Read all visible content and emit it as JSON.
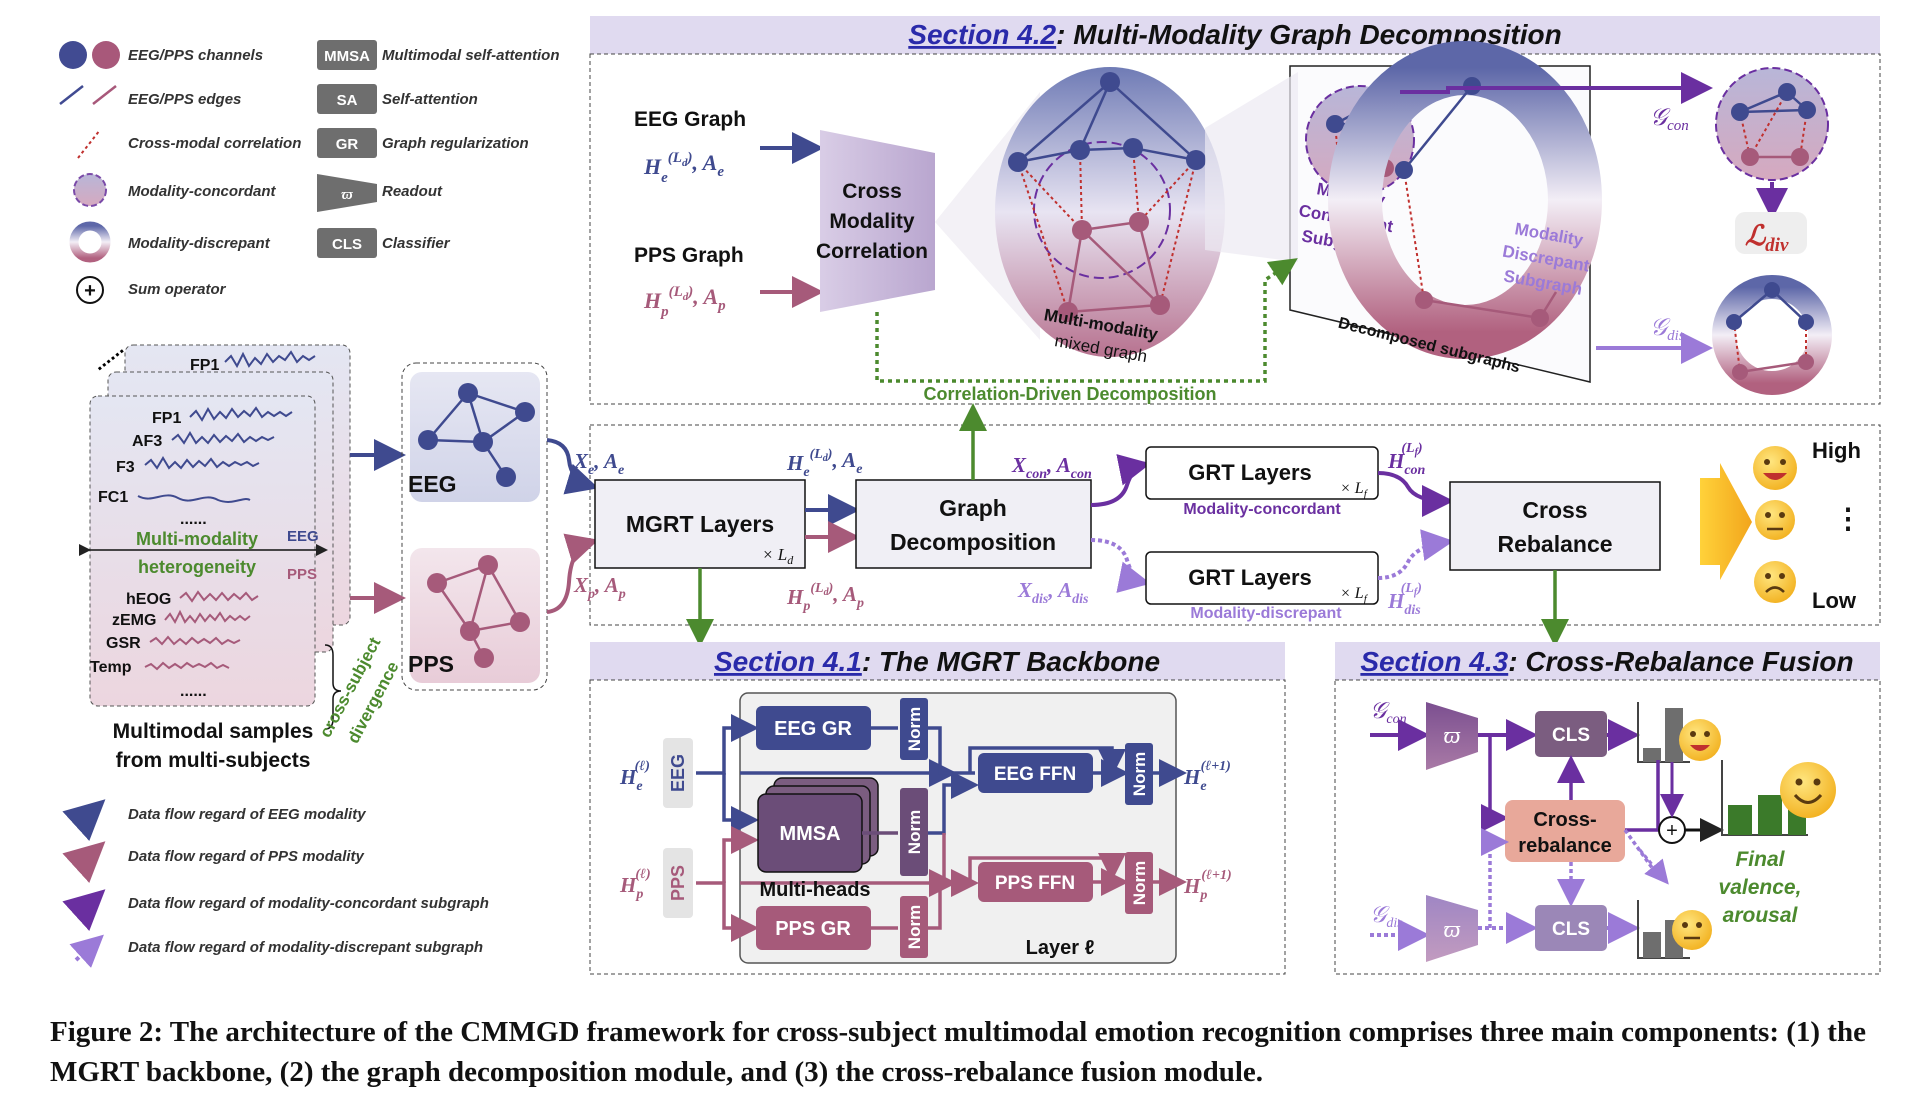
{
  "colors": {
    "eeg": "#3f4a8f",
    "pps": "#a65a7a",
    "con": "#6a2fa0",
    "dis": "#9b7ad8",
    "green": "#4c8a2e",
    "header_bg": "#e0daf0",
    "gray": "#666666"
  },
  "legend": {
    "channels": "EEG/PPS channels",
    "edges": "EEG/PPS edges",
    "cross_corr": "Cross-modal correlation",
    "concordant": "Modality-concordant",
    "discrepant": "Modality-discrepant",
    "sum": "Sum operator",
    "abbr": [
      {
        "tag": "MMSA",
        "text": "Multimodal self-attention"
      },
      {
        "tag": "SA",
        "text": "Self-attention"
      },
      {
        "tag": "GR",
        "text": "Graph regularization"
      },
      {
        "tag": "ϖ",
        "text": "Readout"
      },
      {
        "tag": "CLS",
        "text": "Classifier"
      }
    ],
    "flows": [
      "Data flow regard of EEG modality",
      "Data flow regard of PPS modality",
      "Data flow regard of modality-concordant subgraph",
      "Data flow regard of modality-discrepant subgraph"
    ]
  },
  "samples": {
    "dots": "......",
    "eeg_channels": [
      "FP1",
      "FP1",
      "AF3",
      "F3",
      "FC1"
    ],
    "ellipsis": "......",
    "hetero1": "Multi-modality",
    "hetero2": "heterogeneity",
    "eeg_tag": "EEG",
    "pps_tag": "PPS",
    "pps_channels": [
      "hEOG",
      "zEMG",
      "GSR",
      "Temp"
    ],
    "ellipsis2": "......",
    "caption1": "Multimodal samples",
    "caption2": "from multi-subjects",
    "divergence1": "cross-subject",
    "divergence2": "divergence"
  },
  "graphs": {
    "eeg": "EEG",
    "pps": "PPS"
  },
  "sec42": {
    "num": "Section 4.2",
    "rest": ": Multi-Modality Graph Decomposition",
    "eeg_graph": "EEG Graph",
    "pps_graph": "PPS Graph",
    "cmc1": "Cross",
    "cmc2": "Modality",
    "cmc3": "Correlation",
    "mixed1": "Multi-modality",
    "mixed2": "mixed graph",
    "conc1": "Modality",
    "conc2": "Concordant",
    "conc3": "Subgraph",
    "disc1": "Modality",
    "disc2": "Discrepant",
    "disc3": "Subgraph",
    "decomposed": "Decomposed subgraphs",
    "gcon": "𝒢",
    "gdis": "𝒢",
    "ldiv": "ℒ",
    "corr_decomp": "Correlation-Driven Decomposition"
  },
  "main": {
    "mgrt": "MGRT Layers",
    "graph1": "Graph",
    "graph2": "Decomposition",
    "grt": "GRT Layers",
    "concordant": "Modality-concordant",
    "discrepant": "Modality-discrepant",
    "cross1": "Cross",
    "cross2": "Rebalance",
    "high": "High",
    "low": "Low",
    "vdots": "⋮"
  },
  "sec41": {
    "num": "Section 4.1",
    "rest": ": The MGRT Backbone",
    "eeg_gr": "EEG GR",
    "pps_gr": "PPS GR",
    "mmsa": "MMSA",
    "multiheads": "Multi-heads",
    "norm": "Norm",
    "eeg_ffn": "EEG FFN",
    "pps_ffn": "PPS FFN",
    "layer": "Layer ℓ",
    "eeg": "EEG",
    "pps": "PPS"
  },
  "sec43": {
    "num": "Section 4.3",
    "rest": ": Cross-Rebalance Fusion",
    "cls": "CLS",
    "cross1": "Cross-",
    "cross2": "rebalance",
    "final1": "Final",
    "final2": "valence,",
    "final3": "arousal"
  },
  "caption": "Figure 2: The architecture of the CMMGD framework for cross-subject multimodal emotion recognition comprises three main components: (1) the MGRT backbone, (2) the graph decomposition module, and (3) the cross-rebalance fusion module."
}
